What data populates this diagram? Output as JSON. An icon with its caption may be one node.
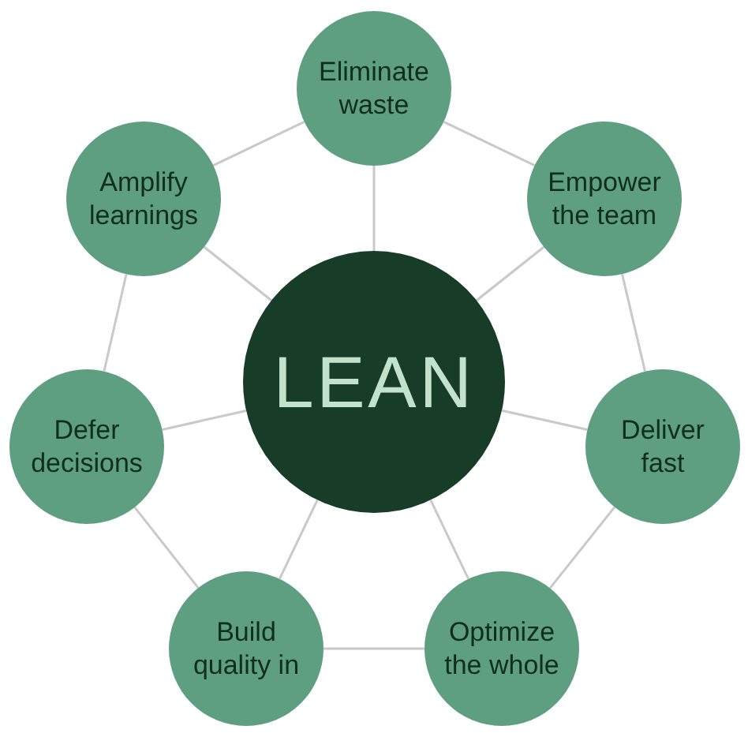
{
  "diagram": {
    "nodes": [
      {
        "text": [
          "Eliminate waste"
        ]
      },
      {
        "text": [
          "Amplify learnings"
        ]
      },
      {
        "text": [
          "Empower the team"
        ]
      },
      {
        "text": [
          "LEAN"
        ]
      },
      {
        "text": [
          "Defer decisions"
        ]
      },
      {
        "text": [
          "Deliver fast"
        ]
      },
      {
        "text": [
          "Build quality in"
        ]
      },
      {
        "text": [
          "Optimize the whole"
        ]
      }
    ],
    "edges": [
      {
        "from": 0,
        "to": 2,
        "arrow": "none"
      },
      {
        "from": 2,
        "to": 5,
        "arrow": "none"
      },
      {
        "from": 5,
        "to": 7,
        "arrow": "none"
      },
      {
        "from": 7,
        "to": 6,
        "arrow": "none"
      },
      {
        "from": 6,
        "to": 4,
        "arrow": "none"
      },
      {
        "from": 4,
        "to": 1,
        "arrow": "none"
      },
      {
        "from": 1,
        "to": 0,
        "arrow": "none"
      },
      {
        "from": 3,
        "to": 0,
        "arrow": "none"
      },
      {
        "from": 3,
        "to": 2,
        "arrow": "none"
      },
      {
        "from": 3,
        "to": 5,
        "arrow": "none"
      },
      {
        "from": 3,
        "to": 7,
        "arrow": "none"
      },
      {
        "from": 3,
        "to": 6,
        "arrow": "none"
      },
      {
        "from": 3,
        "to": 4,
        "arrow": "none"
      },
      {
        "from": 3,
        "to": 1,
        "arrow": "none"
      }
    ]
  }
}
